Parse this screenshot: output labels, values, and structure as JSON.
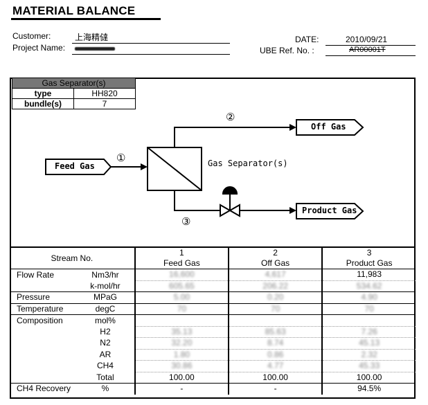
{
  "header": {
    "title": "MATERIAL BALANCE",
    "customer_label": "Customer:",
    "customer_value": "上海精㒓",
    "project_label": "Project Name:",
    "date_label": "DATE:",
    "date_value": "2010/09/21",
    "ube_label": "UBE Ref. No. :",
    "ube_value": "AR00001T"
  },
  "separator_box": {
    "title": "Gas Separator(s)",
    "type_label": "type",
    "type_value": "HH820",
    "bundle_label": "bundle(s)",
    "bundle_value": "7"
  },
  "diagram": {
    "feed": "Feed Gas",
    "off": "Off Gas",
    "product": "Product Gas",
    "separator": "Gas Separator(s)",
    "n1": "①",
    "n2": "②",
    "n3": "③"
  },
  "table": {
    "stream_label": "Stream No.",
    "streams": [
      {
        "no": "1",
        "name": "Feed Gas"
      },
      {
        "no": "2",
        "name": "Off Gas"
      },
      {
        "no": "3",
        "name": "Product Gas"
      }
    ],
    "rows": [
      {
        "label": "Flow Rate",
        "unit": "Nm3/hr",
        "v": [
          "16,600",
          "4,617",
          "11,983"
        ]
      },
      {
        "label": "",
        "unit": "k-mol/hr",
        "v": [
          "605.65",
          "206.22",
          "534.62"
        ]
      },
      {
        "label": "Pressure",
        "unit": "MPaG",
        "v": [
          "5.00",
          "0.20",
          "4.90"
        ]
      },
      {
        "label": "Temperature",
        "unit": "degC",
        "v": [
          "70",
          "70",
          "70"
        ]
      },
      {
        "label": "Composition",
        "unit": "mol%",
        "v": [
          "",
          "",
          ""
        ]
      },
      {
        "label": "",
        "unit": "H2",
        "v": [
          "35.13",
          "85.63",
          "7.26"
        ]
      },
      {
        "label": "",
        "unit": "N2",
        "v": [
          "32.20",
          "8.74",
          "45.13"
        ]
      },
      {
        "label": "",
        "unit": "AR",
        "v": [
          "1.80",
          "0.86",
          "2.32"
        ]
      },
      {
        "label": "",
        "unit": "CH4",
        "v": [
          "30.86",
          "4.77",
          "45.33"
        ]
      },
      {
        "label": "",
        "unit": "Total",
        "v": [
          "100.00",
          "100.00",
          "100.00"
        ]
      },
      {
        "label": "CH4 Recovery",
        "unit": "%",
        "v": [
          "-",
          "-",
          "94.5%"
        ]
      }
    ]
  }
}
